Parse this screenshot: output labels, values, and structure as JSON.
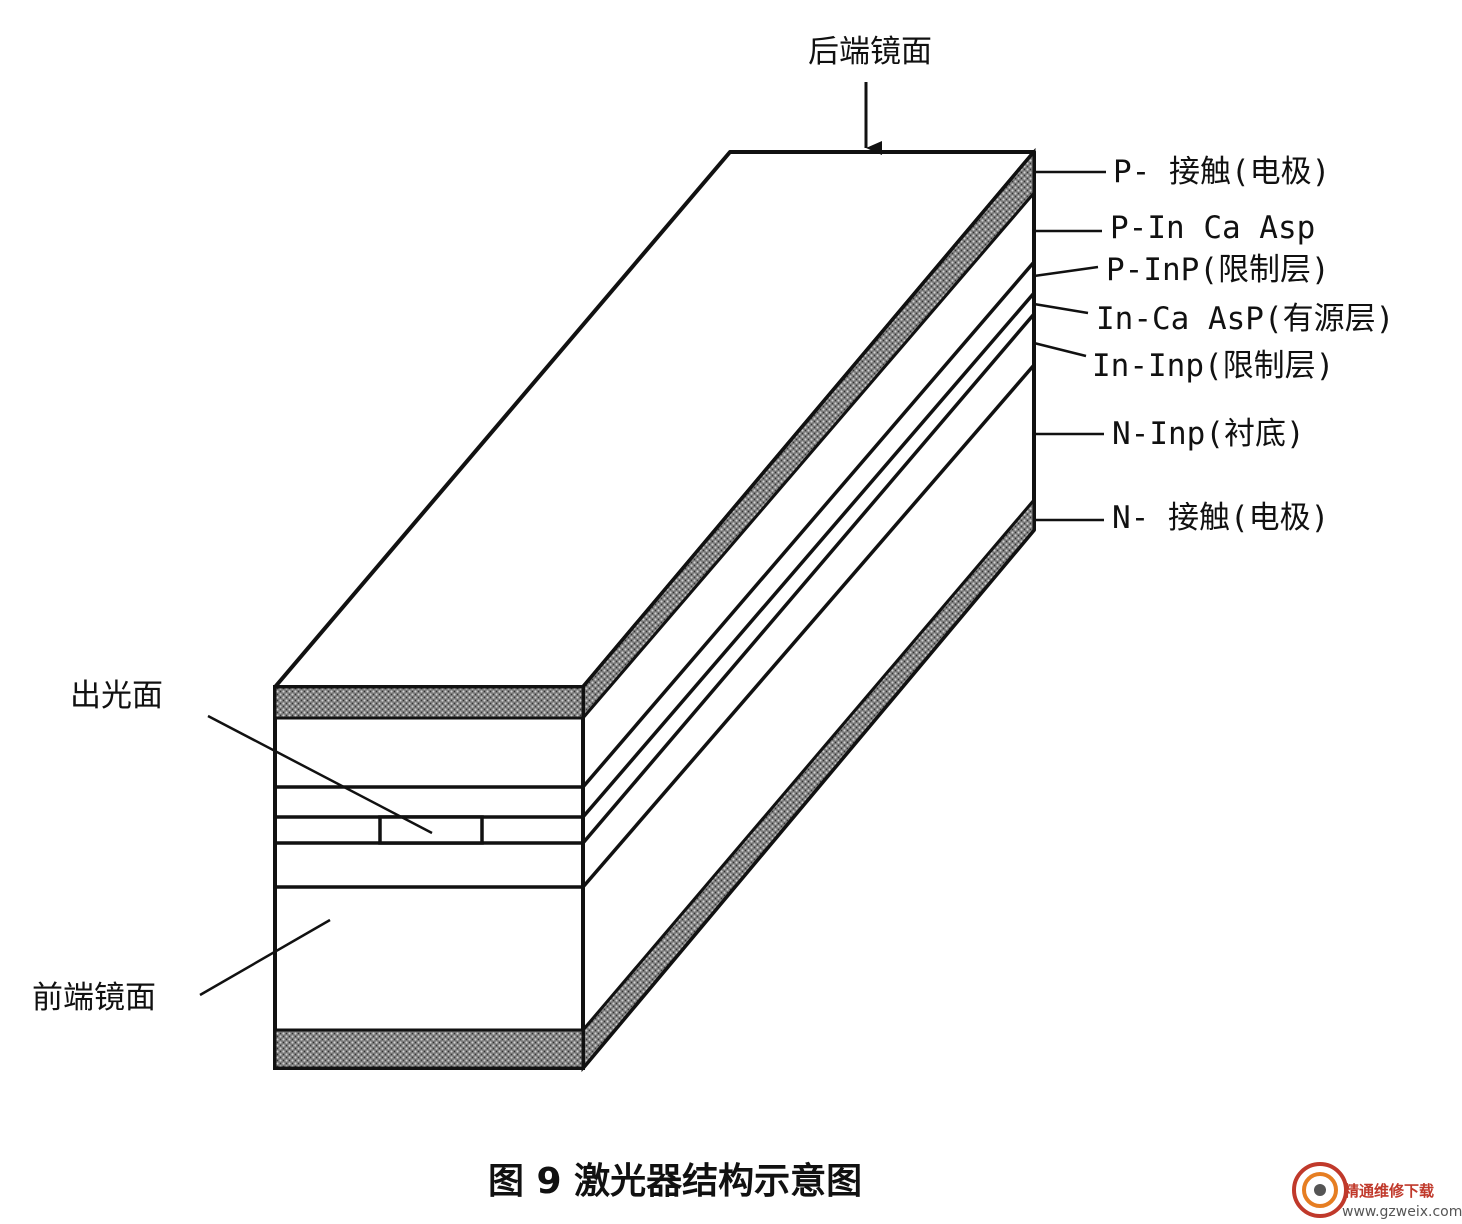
{
  "labels": {
    "rear_mirror": "后端镜面",
    "p_contact": "P- 接触(电极)",
    "p_ingaasp": "P-In Ca Asp",
    "p_inp": "P-InP(限制层)",
    "active": "In-Ca AsP(有源层)",
    "in_inp": "In-Inp(限制层)",
    "substrate": "N-Inp(衬底)",
    "n_contact": "N- 接触(电极)",
    "emit_face": "出光面",
    "front_mirror": "前端镜面"
  },
  "caption": "图 9  激光器结构示意图",
  "watermark": {
    "brand": "精通维修下载",
    "url": "www.gzweix.com"
  },
  "colors": {
    "ink": "#111111",
    "contact_fill": "#666666",
    "watermark_accent": "#c0392b"
  }
}
